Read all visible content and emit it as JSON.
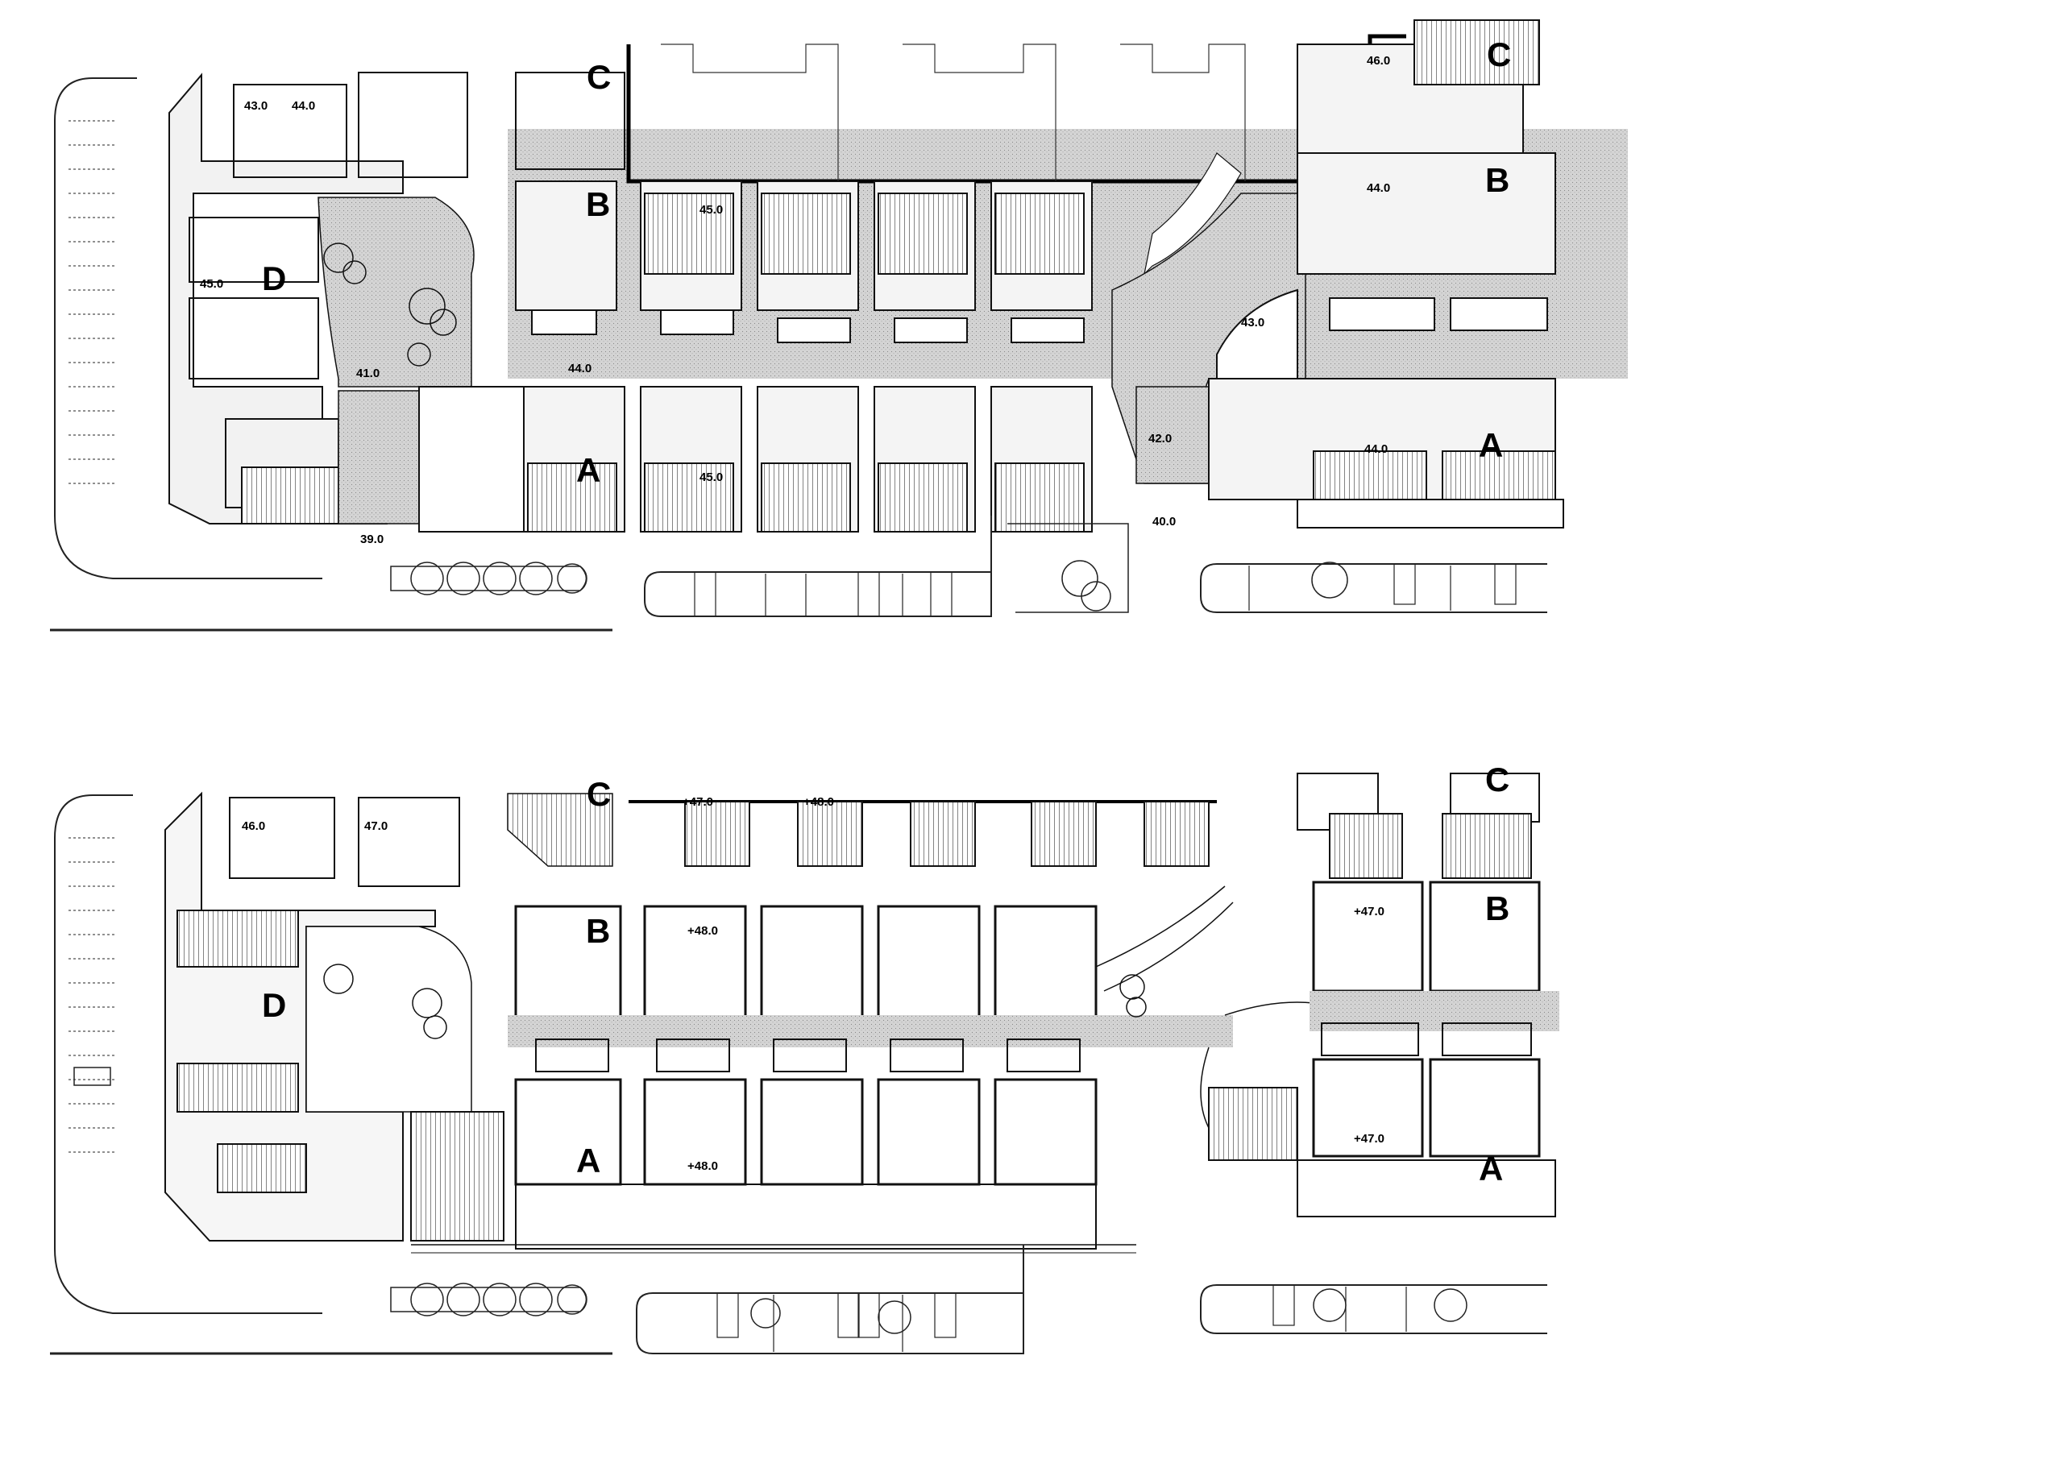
{
  "plans": [
    {
      "unit_labels": [
        {
          "id": "C",
          "text": "C"
        },
        {
          "id": "B",
          "text": "B"
        },
        {
          "id": "D",
          "text": "D"
        },
        {
          "id": "A",
          "text": "A"
        },
        {
          "id": "C2",
          "text": "C"
        },
        {
          "id": "B2",
          "text": "B"
        },
        {
          "id": "A2",
          "text": "A"
        }
      ],
      "elevations": [
        {
          "id": "e1",
          "text": "43.0"
        },
        {
          "id": "e2",
          "text": "44.0"
        },
        {
          "id": "e3",
          "text": "45.0"
        },
        {
          "id": "e4",
          "text": "41.0"
        },
        {
          "id": "e5",
          "text": "44.0"
        },
        {
          "id": "e6",
          "text": "45.0"
        },
        {
          "id": "e7",
          "text": "45.0"
        },
        {
          "id": "e8",
          "text": "39.0"
        },
        {
          "id": "e9",
          "text": "40.0"
        },
        {
          "id": "e10",
          "text": "42.0"
        },
        {
          "id": "e11",
          "text": "43.0"
        },
        {
          "id": "e12",
          "text": "46.0"
        },
        {
          "id": "e13",
          "text": "44.0"
        },
        {
          "id": "e14",
          "text": "44.0"
        }
      ]
    },
    {
      "unit_labels": [
        {
          "id": "C",
          "text": "C"
        },
        {
          "id": "B",
          "text": "B"
        },
        {
          "id": "D",
          "text": "D"
        },
        {
          "id": "A",
          "text": "A"
        },
        {
          "id": "C2",
          "text": "C"
        },
        {
          "id": "B2",
          "text": "B"
        },
        {
          "id": "A2",
          "text": "A"
        }
      ],
      "elevations": [
        {
          "id": "e1",
          "text": "46.0"
        },
        {
          "id": "e2",
          "text": "47.0"
        },
        {
          "id": "e3",
          "text": "+47.0"
        },
        {
          "id": "e4",
          "text": "+48.0"
        },
        {
          "id": "e5",
          "text": "+48.0"
        },
        {
          "id": "e6",
          "text": "+48.0"
        },
        {
          "id": "e7",
          "text": "+47.0"
        },
        {
          "id": "e8",
          "text": "+47.0"
        }
      ]
    }
  ]
}
